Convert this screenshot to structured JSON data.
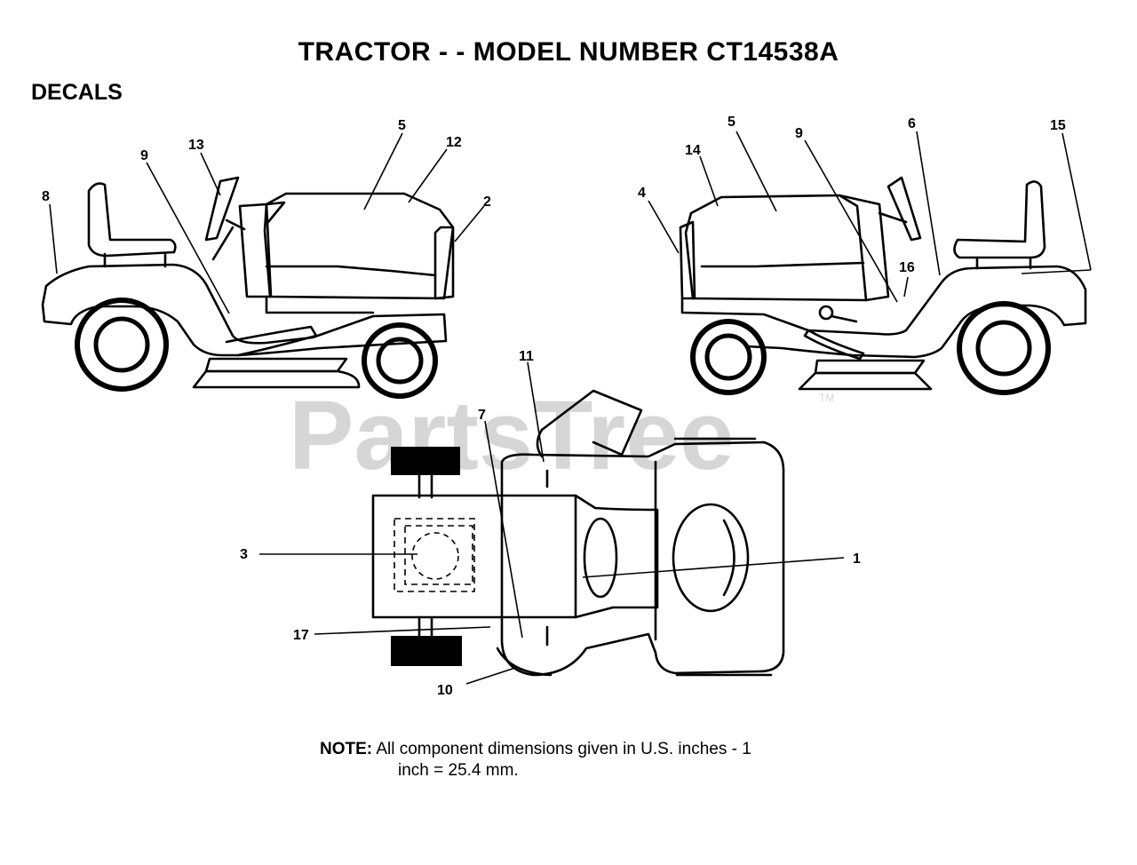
{
  "title": "TRACTOR - - MODEL NUMBER CT14538A",
  "section": "DECALS",
  "watermark": "PartsTree",
  "watermark_tm": "TM",
  "note": {
    "label": "NOTE:",
    "line1": "All component dimensions given in U.S. inches - 1",
    "line2": "inch = 25.4 mm."
  },
  "callouts": {
    "left_side": [
      "8",
      "9",
      "13",
      "5",
      "12",
      "2"
    ],
    "right_side": [
      "4",
      "14",
      "5",
      "9",
      "6",
      "15",
      "16"
    ],
    "top_view": [
      "11",
      "7",
      "3",
      "1",
      "17",
      "10"
    ]
  }
}
